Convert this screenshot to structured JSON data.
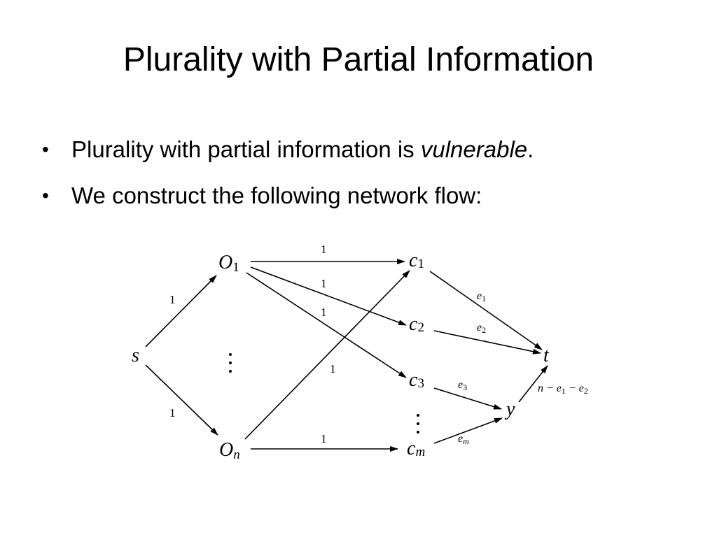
{
  "slide": {
    "title": "Plurality with Partial Information",
    "bullets": [
      {
        "text_before": "Plurality with partial information is ",
        "emphasis": "vulnerable",
        "text_after": "."
      },
      {
        "text_before": "We construct the following network flow:",
        "emphasis": "",
        "text_after": ""
      }
    ]
  },
  "diagram": {
    "nodes": {
      "s": {
        "main": "s",
        "sub": ""
      },
      "o1": {
        "main": "O",
        "sub": "1"
      },
      "on": {
        "main": "O",
        "sub": "n"
      },
      "c1": {
        "main": "c",
        "sub": "1"
      },
      "c2": {
        "main": "c",
        "sub": "2"
      },
      "c3": {
        "main": "c",
        "sub": "3"
      },
      "cm": {
        "main": "c",
        "sub": "m"
      },
      "t": {
        "main": "t",
        "sub": ""
      },
      "y": {
        "main": "y",
        "sub": ""
      }
    },
    "edge_labels": {
      "s_o1": "1",
      "s_on": "1",
      "o1_c1": "1",
      "o1_c2": "1",
      "o1_c3": "1",
      "on_c1": "1",
      "on_cm": "1",
      "c1_t": {
        "main": "e",
        "sub": "1"
      },
      "c2_t": {
        "main": "e",
        "sub": "2"
      },
      "c3_y": {
        "main": "e",
        "sub": "3"
      },
      "cm_y": {
        "main": "e",
        "sub": "m"
      },
      "y_t": {
        "p1": "n − e",
        "s1": "1",
        "p2": " − e",
        "s2": "2"
      }
    }
  }
}
